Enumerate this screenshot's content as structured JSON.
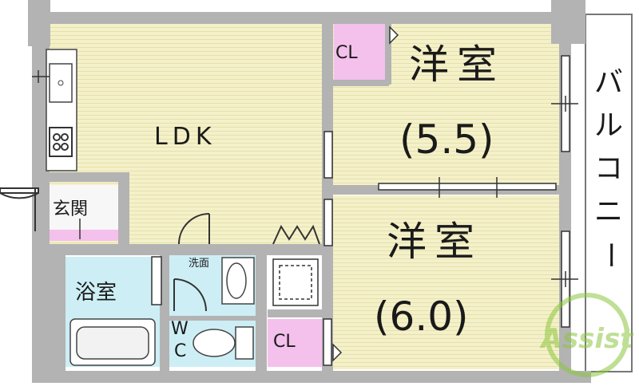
{
  "rooms": {
    "ldk": "LDK",
    "western_1": {
      "name": "洋室",
      "size": "(5.5)"
    },
    "western_2": {
      "name": "洋室",
      "size": "(6.0)"
    },
    "closet_1": "CL",
    "closet_2": "CL",
    "entrance": "玄関",
    "bath": "浴室",
    "washroom": "洗面",
    "toilet_w": "W",
    "toilet_c": "C",
    "balcony": [
      "バ",
      "ル",
      "コ",
      "ニ",
      "ー"
    ]
  },
  "watermark": "Assist",
  "colors": {
    "wall": "#b3b3b3",
    "floor": "#f4f1c9",
    "floor_line": "#e9e4b4",
    "closet": "#f4c0ec",
    "wet_area": "#cdeef5",
    "text": "#1a1a1a",
    "watermark": "#8cc63f"
  }
}
